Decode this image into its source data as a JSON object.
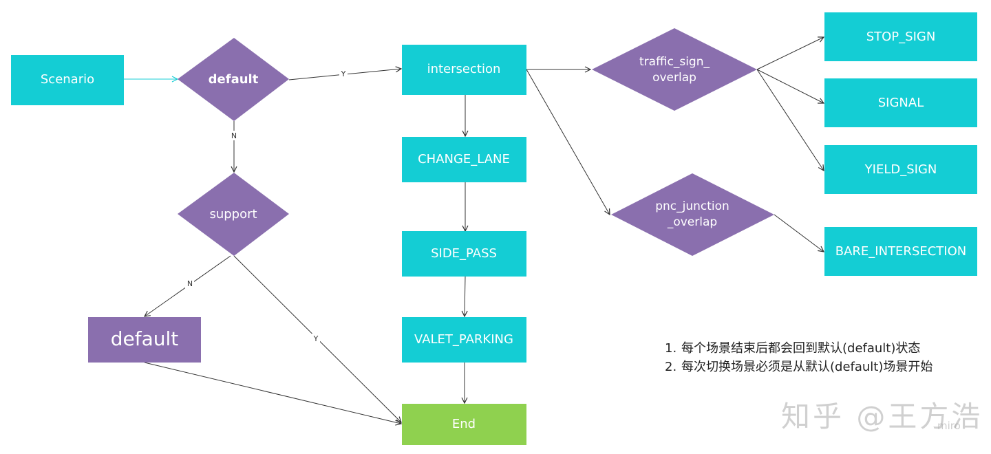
{
  "colors": {
    "process": "#14cdd4",
    "decision": "#8a6fae",
    "terminal": "#8fd14f",
    "edge": "#333333",
    "accent_edge": "#14cdd4"
  },
  "nodes": {
    "scenario": "Scenario",
    "default_decision": "default",
    "support_decision": "support",
    "default_state": "default",
    "intersection": "intersection",
    "change_lane": "CHANGE_LANE",
    "side_pass": "SIDE_PASS",
    "valet_parking": "VALET_PARKING",
    "end": "End",
    "traffic_sign_overlap": [
      "traffic_sign_",
      "overlap"
    ],
    "pnc_junction_overlap": [
      "pnc_junction",
      "_overlap"
    ],
    "stop_sign": "STOP_SIGN",
    "signal": "SIGNAL",
    "yield_sign": "YIELD_SIGN",
    "bare_intersection": "BARE_INTERSECTION"
  },
  "edge_labels": {
    "yes": "Y",
    "no": "N"
  },
  "notes": [
    {
      "num": "1.",
      "text": "每个场景结束后都会回到默认(default)状态"
    },
    {
      "num": "2.",
      "text": "每次切换场景必须是从默认(default)场景开始"
    }
  ],
  "watermark": "知乎 @王方浩",
  "miro_mark": "miro"
}
